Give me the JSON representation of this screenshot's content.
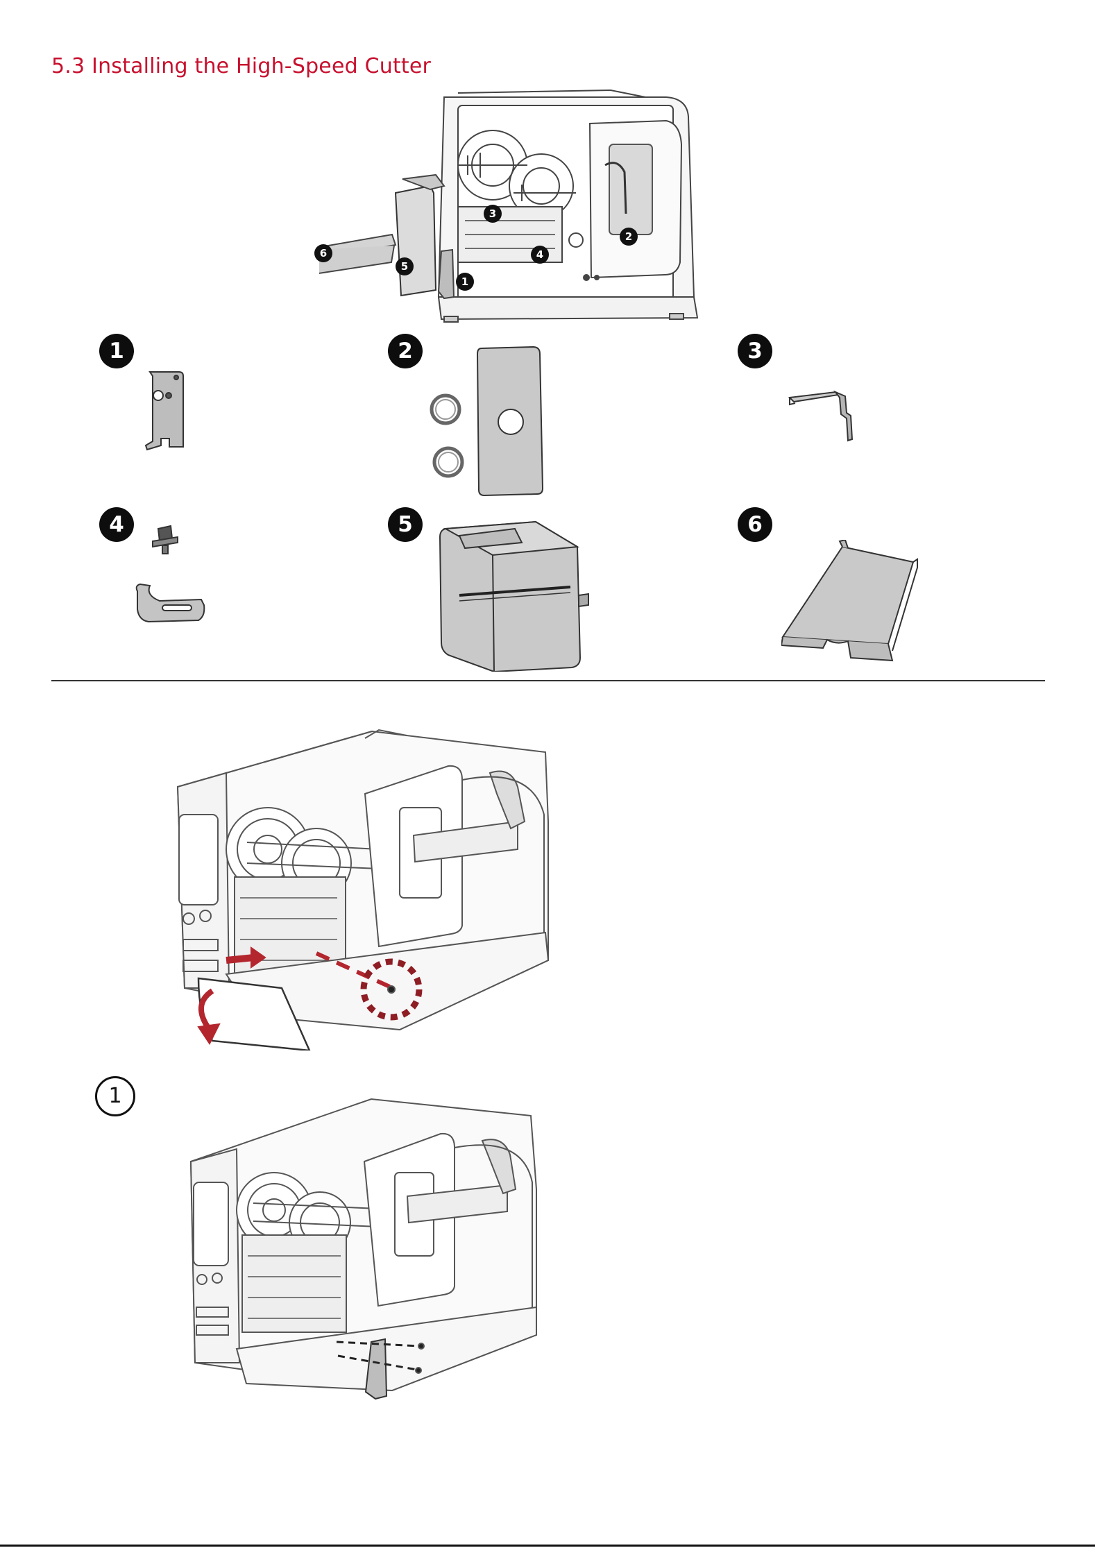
{
  "page": {
    "section_title": "5.3 Installing the High-Speed Cutter"
  },
  "overview": {
    "callouts": [
      "1",
      "2",
      "3",
      "4",
      "5",
      "6"
    ]
  },
  "parts": [
    {
      "number": "1",
      "icon": "bracket-plate-icon"
    },
    {
      "number": "2",
      "icon": "cover-plate-with-rings-icon"
    },
    {
      "number": "3",
      "icon": "label-guide-icon"
    },
    {
      "number": "4",
      "icon": "thumbscrew-and-hook-plate-icon"
    },
    {
      "number": "5",
      "icon": "cutter-module-icon"
    },
    {
      "number": "6",
      "icon": "paper-tray-icon"
    }
  ],
  "steps": [
    {
      "number": "1"
    }
  ],
  "colors": {
    "title": "#c8102e",
    "accent_arrow": "#b3262e",
    "line_art": "#4a4a4a"
  }
}
